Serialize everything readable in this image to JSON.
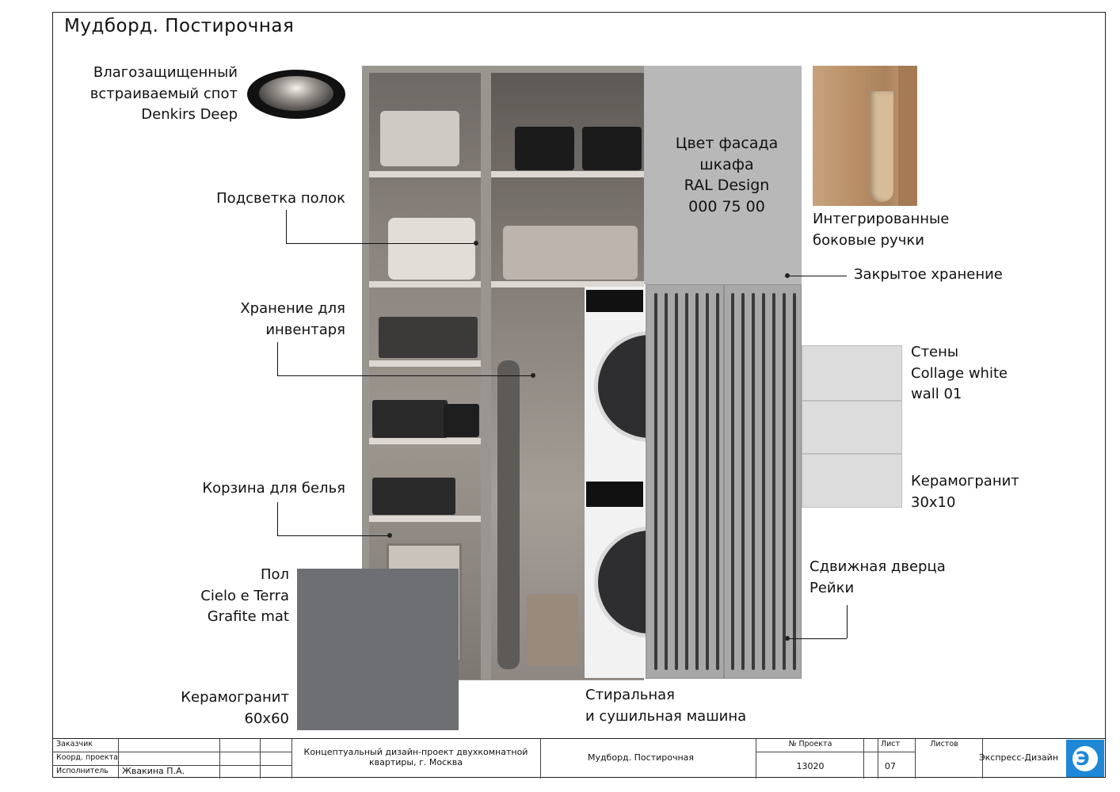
{
  "title": "Мудборд. Постирочная",
  "labels": {
    "spot": "Влагозащищенный\nвстраиваемый спот\nDenkirs Deep",
    "shelf_light": "Подсветка полок",
    "inventory": "Хранение для\nинвентаря",
    "basket": "Корзина для белья",
    "floor": "Пол\nCielo e Terra\nGrafite mat",
    "floor_tile": "Керамогранит\n60x60",
    "washer": "Стиральная\nи сушильная машина",
    "facade": "Цвет фасада\nшкафа\nRAL Design\n000 75 00",
    "handles": "Интегрированные\nбоковые ручки",
    "closed_storage": "Закрытое хранение",
    "walls": "Стены\nCollage white\nwall 01",
    "wall_tile": "Керамогранит\n30x10",
    "sliding_door": "Сдвижная дверца\nРейки"
  },
  "stamp": {
    "customer_label": "Заказчик",
    "coord_label": "Коорд. проекта",
    "executor_label": "Исполнитель",
    "executor_name": "Жвакина П.А.",
    "project_desc": "Концептуальный дизайн-проект двухкомнатной\nквартиры, г. Москва",
    "sheet_title": "Мудборд. Постирочная",
    "project_no_label": "№ Проекта",
    "sheet_label": "Лист",
    "sheets_label": "Листов",
    "project_no": "13020",
    "sheet_no": "07",
    "company": "Экспресс-Дизайн"
  },
  "colors": {
    "facade": "#b8b8b9",
    "floor": "#6d6f72",
    "logo": "#1e88d6"
  }
}
